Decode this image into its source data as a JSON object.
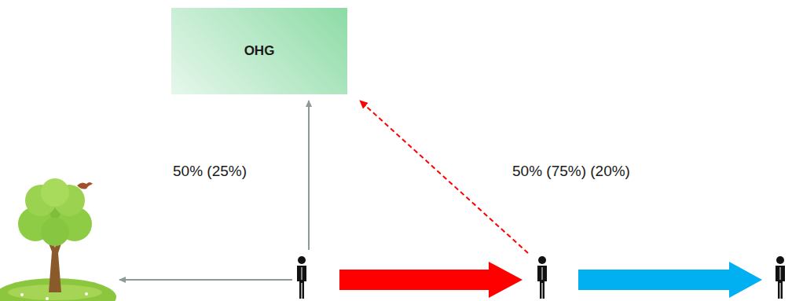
{
  "diagram": {
    "nodes": [
      {
        "text": [
          "OHG"
        ]
      }
    ],
    "labels": [
      "50% (25%)",
      "50% (75%) (20%)"
    ]
  }
}
